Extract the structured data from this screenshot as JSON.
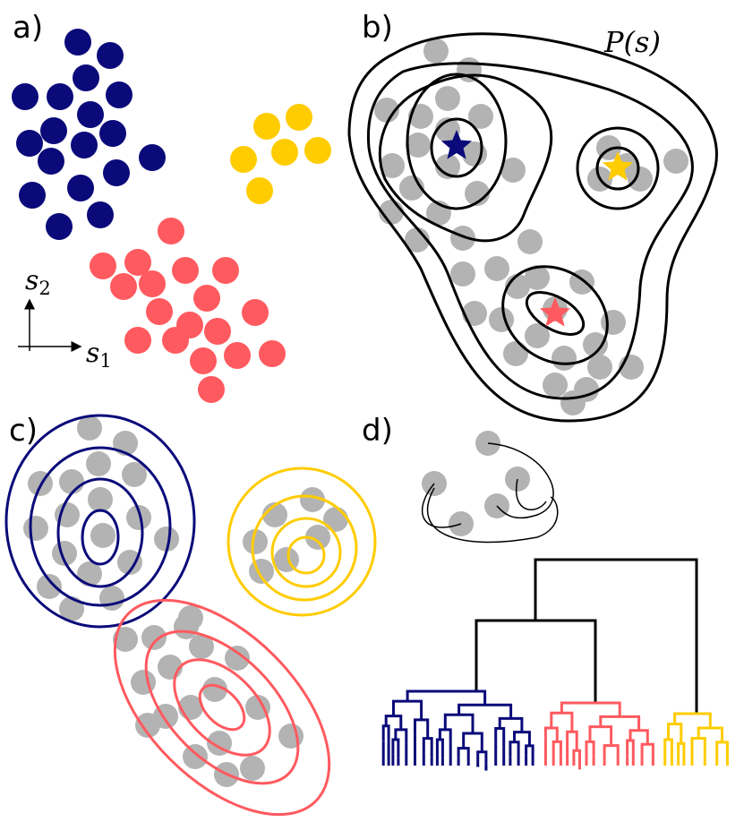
{
  "colors": {
    "blue": "#0a0a7a",
    "yellow": "#ffcc00",
    "red": "#ff5a5f",
    "gray": "#b3b3b3",
    "black": "#000000"
  },
  "panels": {
    "a": {
      "label": "a)"
    },
    "b": {
      "label": "b)",
      "density_label": "P(s)"
    },
    "c": {
      "label": "c)"
    },
    "d": {
      "label": "d)"
    }
  },
  "axes": {
    "x_label_base": "s",
    "x_label_sub": "1",
    "y_label_base": "s",
    "y_label_sub": "2"
  }
}
